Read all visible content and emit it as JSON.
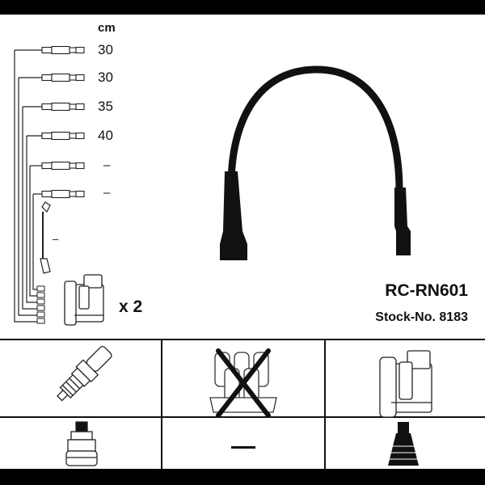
{
  "header": {
    "unit_label": "cm"
  },
  "leads": {
    "lengths": [
      "30",
      "30",
      "35",
      "40",
      "–",
      "–"
    ],
    "coil_lead_length": "–",
    "quantity": "x 2"
  },
  "product": {
    "model": "RC-RN601",
    "stock_number": "Stock-No. 8183"
  },
  "parts_row": {
    "distributor_crossed": true,
    "middle_connector_value": "–"
  },
  "colors": {
    "background": "#ffffff",
    "frame": "#000000",
    "ink": "#111111"
  }
}
